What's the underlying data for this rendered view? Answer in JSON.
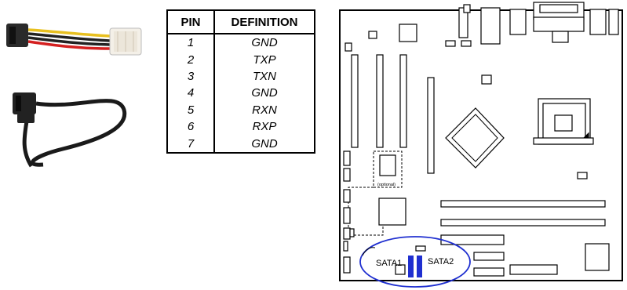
{
  "table": {
    "headers": {
      "pin": "PIN",
      "definition": "DEFINITION"
    },
    "rows": [
      {
        "pin": "1",
        "definition": "GND"
      },
      {
        "pin": "2",
        "definition": "TXP"
      },
      {
        "pin": "3",
        "definition": "TXN"
      },
      {
        "pin": "4",
        "definition": "GND"
      },
      {
        "pin": "5",
        "definition": "RXN"
      },
      {
        "pin": "6",
        "definition": "RXP"
      },
      {
        "pin": "7",
        "definition": "GND"
      }
    ]
  },
  "board": {
    "optional_label": "(optional)",
    "sata1_label": "SATA1",
    "sata2_label": "SATA2",
    "highlight_color": "#1f2fd0"
  }
}
